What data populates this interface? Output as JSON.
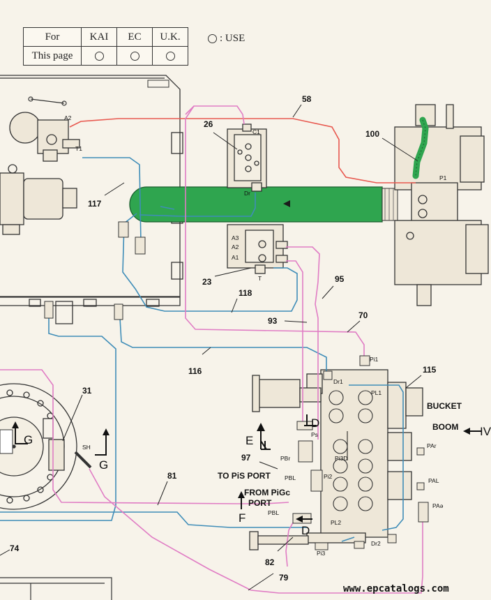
{
  "usage_table": {
    "header": [
      "For",
      "KAI",
      "EC",
      "U.K."
    ],
    "row_label": "This page",
    "marks": [
      "circle",
      "circle",
      "circle"
    ]
  },
  "legend": {
    "symbol": "circle",
    "text": ": USE"
  },
  "callouts": {
    "c58": "58",
    "c26": "26",
    "c100": "100",
    "c117": "117",
    "c23": "23",
    "c118": "118",
    "c95": "95",
    "c93": "93",
    "c70": "70",
    "c116": "116",
    "c115": "115",
    "c31": "31",
    "c97": "97",
    "c81": "81",
    "c82": "82",
    "c79": "79",
    "c74": "74"
  },
  "port_labels": {
    "a2_left": "A2",
    "t1": "T1",
    "c1": "C1",
    "dr": "Dr",
    "p1": "P1",
    "a3": "A3",
    "a2": "A2",
    "a1": "A1",
    "t": "T",
    "pi1": "Pi1",
    "dr1": "Dr1",
    "pl1": "PL1",
    "ps": "Ps",
    "pbr": "PBr",
    "pi3d": "Pi3D",
    "pi2": "Pi2",
    "pbl_top": "PBL",
    "par": "PAr",
    "pal": "PAL",
    "pa_right": "PAə",
    "pbl_bottom": "PBL",
    "pl2": "PL2",
    "dr2": "Dr2",
    "pi3": "Pi3",
    "sh": "SH"
  },
  "text_labels": {
    "bucket": "BUCKET",
    "boom": "BOOM",
    "to_pis_port": "TO PiS PORT",
    "from_pigc_line1": "FROM PiGc",
    "from_pigc_line2": "PORT"
  },
  "view_letters": {
    "g_left": "G",
    "g_right": "G",
    "e": "E",
    "f": "F",
    "d_top": "D",
    "d_bottom": "D",
    "iv": "IV"
  },
  "colors": {
    "red_line": "#e8584f",
    "blue_line": "#3f8db8",
    "pink_line": "#e07cc4",
    "green_fill": "#2fa54f",
    "ink": "#222222",
    "paper": "#f7f3ea"
  },
  "footer": {
    "url": "www.epcatalogs.com"
  }
}
